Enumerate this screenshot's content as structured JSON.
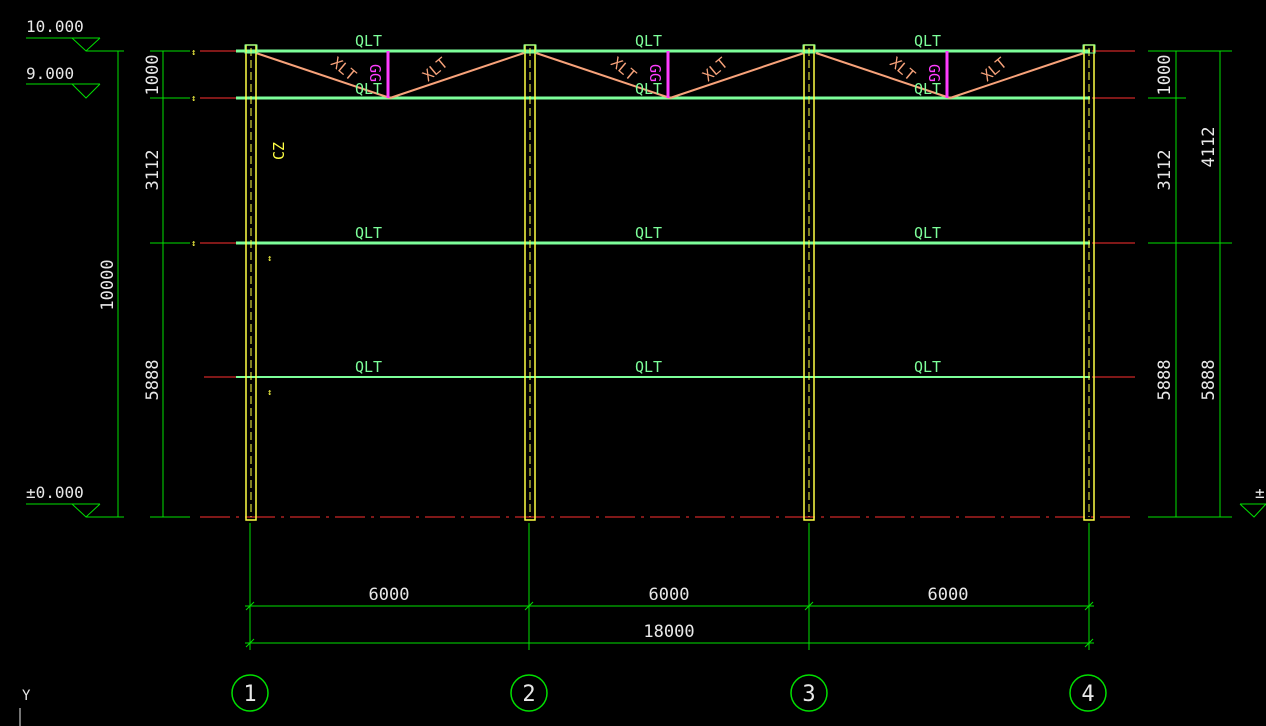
{
  "levels": {
    "top": "10.000",
    "second": "9.000",
    "ground": "±0.000",
    "ground_right_partial": "±"
  },
  "members": {
    "tie_beam": "QLT",
    "brace": "XLT",
    "sway_brace": "GG",
    "column": "CZ"
  },
  "left_dims": {
    "total": "10000",
    "segments": [
      "1000",
      "3112",
      "5888"
    ]
  },
  "right_dims": {
    "inner": [
      "1000",
      "3112",
      "5888"
    ],
    "outer": [
      "4112",
      "5888"
    ]
  },
  "bottom_dims": {
    "bays": [
      "6000",
      "6000",
      "6000"
    ],
    "total": "18000"
  },
  "axes": [
    "1",
    "2",
    "3",
    "4"
  ],
  "ucs_label": "Y",
  "colors": {
    "background": "#000000",
    "dimension": "#00e000",
    "beam": "#7dff9a",
    "column": "#ffff44",
    "brace": "#f7a27a",
    "sway": "#ff3cff",
    "gridline": "#ff3030",
    "text": "#e8e8e8"
  }
}
